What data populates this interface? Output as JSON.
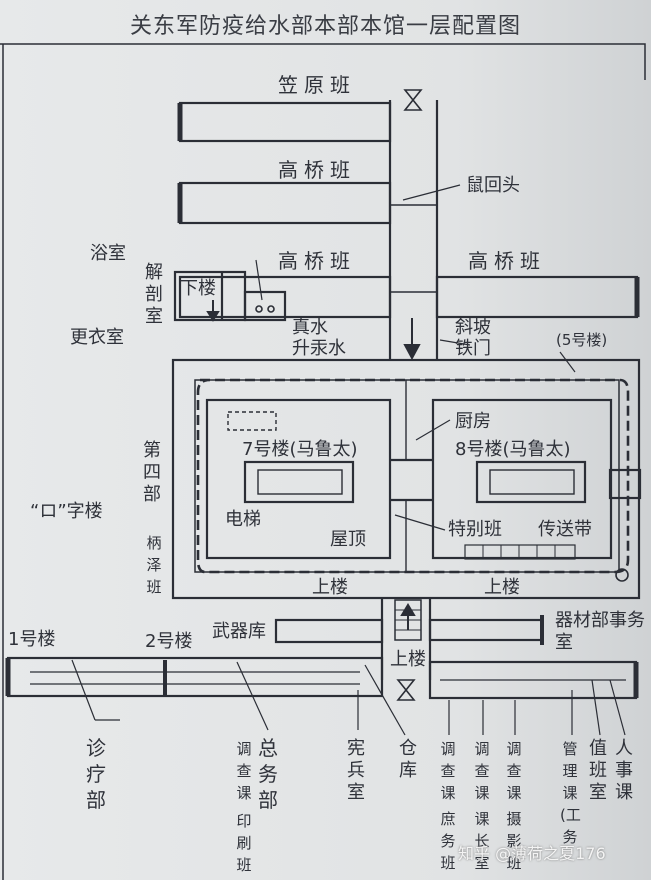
{
  "title": "关东军防疫给水部本部本馆一层配置图",
  "watermark": "知乎 @薄荷之夏176",
  "labels": {
    "kasahara": "笠原班",
    "takahashi1": "高桥班",
    "takahashi2": "高桥班",
    "takahashi3": "高桥班",
    "shukaitou": "鼠回头",
    "yokushitsu": "浴室",
    "kaibou": "解剖室",
    "kaika": "下楼",
    "kouishitsu": "更衣室",
    "shinsui": "真水",
    "shoukousui": "升汞水",
    "shahan": "斜坡",
    "tetsumon": "铁门",
    "building5": "(5号楼)",
    "kitchen": "厨房",
    "b7": "7号楼(马鲁太)",
    "b8": "8号楼(马鲁太)",
    "daiyonbu": "第四部",
    "ro_ji": "“ロ”字楼",
    "heitaku": "柄泽班",
    "elevator": "电梯",
    "roof": "屋顶",
    "tokubetsu": "特别班",
    "conveyor": "传送带",
    "upstairs1": "上楼",
    "upstairs2": "上楼",
    "upstairs3": "上楼",
    "armory": "武器库",
    "equipment": "器材部事务室",
    "building1": "1号楼",
    "building2": "2号楼",
    "shinryo": "诊疗部",
    "soumu": "总务部",
    "chousa_insatsu": "调查课",
    "insatsu": "印刷班",
    "kenpei": "宪兵室",
    "souko": "仓库",
    "chousa_shomu": "调查课",
    "shomu": "庶务班",
    "chousa_kachou": "调查课",
    "kachou": "课长室",
    "chousa_satsuei": "调查课",
    "satsuei": "摄影班",
    "kanri": "管理课(工务",
    "touban": "值班室",
    "jinji": "人事课"
  }
}
